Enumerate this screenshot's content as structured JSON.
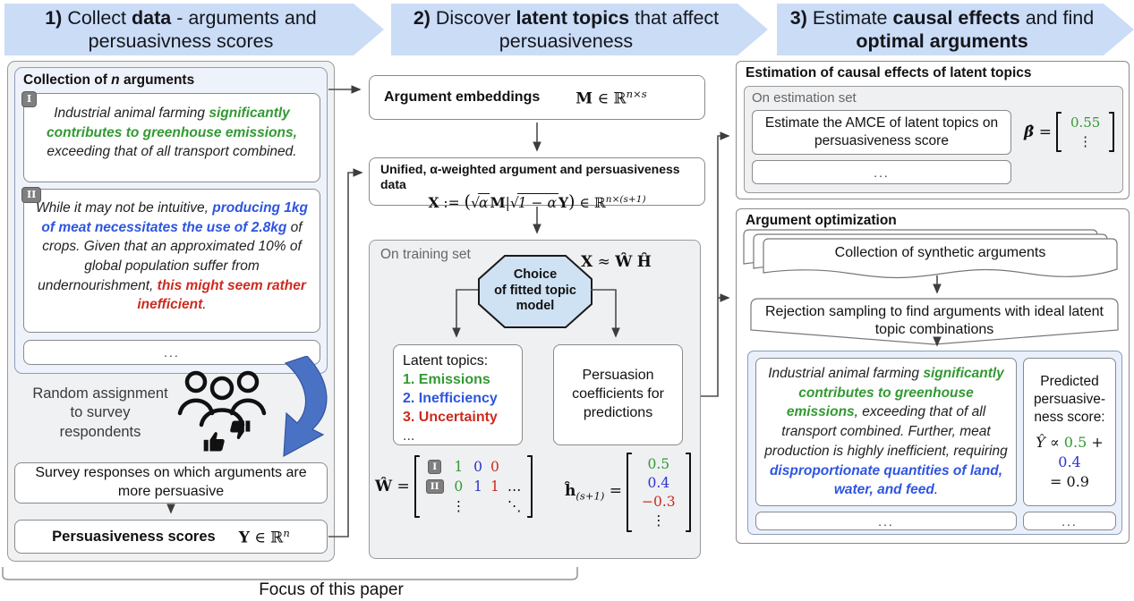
{
  "banners": {
    "b1": [
      {
        "t": "1) ",
        "c": "bold"
      },
      {
        "t": "Collect ",
        "c": "p"
      },
      {
        "t": "data",
        "c": "bold"
      },
      {
        "t": " - arguments and persuasivness scores",
        "c": "p"
      }
    ],
    "b2": [
      {
        "t": "2) ",
        "c": "bold"
      },
      {
        "t": "Discover ",
        "c": "p"
      },
      {
        "t": "latent topics",
        "c": "bold"
      },
      {
        "t": " that affect persuasiveness",
        "c": "p"
      }
    ],
    "b3": [
      {
        "t": "3) ",
        "c": "bold"
      },
      {
        "t": "Estimate ",
        "c": "p"
      },
      {
        "t": "causal effects",
        "c": "bold"
      },
      {
        "t": " and find ",
        "c": "p"
      },
      {
        "t": "optimal arguments",
        "c": "bold"
      }
    ]
  },
  "col1": {
    "collection_title": [
      {
        "t": "Collection of ",
        "c": "p"
      },
      {
        "t": "n",
        "c": "i"
      },
      {
        "t": " arguments",
        "c": "p"
      }
    ],
    "arg1_badge": "I",
    "arg1": [
      {
        "t": "Industrial animal farming ",
        "c": "p"
      },
      {
        "t": "significantly contributes to greenhouse emissions,",
        "c": "g"
      },
      {
        "t": " exceeding that of all transport combined.",
        "c": "p"
      }
    ],
    "arg2_badge": "II",
    "arg2": [
      {
        "t": "While it may not be intuitive, ",
        "c": "p"
      },
      {
        "t": "producing 1kg of meat necessitates the use of 2.8kg",
        "c": "b"
      },
      {
        "t": " of crops. Given that an approximated 10% of global population suffer from undernourishment, ",
        "c": "p"
      },
      {
        "t": "this might seem rather inefficient",
        "c": "r"
      },
      {
        "t": ".",
        "c": "p"
      }
    ],
    "dots": "...",
    "random_assignment": "Random assignment to survey respondents",
    "survey_box": "Survey responses on which arguments are more persuasive",
    "scores_label": "Persuasiveness scores",
    "scores_formula": [
      {
        "t": "Y",
        "c": "bf"
      },
      {
        "t": " ∈ ℝ",
        "c": "p"
      },
      {
        "t": "n",
        "c": "supi"
      }
    ]
  },
  "col2": {
    "embeddings_label": "Argument embeddings",
    "embeddings_formula": [
      {
        "t": "M",
        "c": "bf"
      },
      {
        "t": " ∈ ℝ",
        "c": "p"
      },
      {
        "t": "n×s",
        "c": "supi"
      }
    ],
    "unified_label": "Unified, α-weighted argument and persuasiveness data",
    "unified_formula": [
      {
        "t": "X",
        "c": "bf"
      },
      {
        "t": " := ",
        "c": "p"
      },
      {
        "t": "(",
        "c": "big"
      },
      {
        "t": "√",
        "c": "p"
      },
      {
        "t": "α",
        "c": "rad"
      },
      {
        "t": "M",
        "c": "bf"
      },
      {
        "t": "|",
        "c": "p"
      },
      {
        "t": "√",
        "c": "p"
      },
      {
        "t": "1 − α",
        "c": "rad"
      },
      {
        "t": "Y",
        "c": "bf"
      },
      {
        "t": ")",
        "c": "big"
      },
      {
        "t": " ∈ ℝ",
        "c": "p"
      },
      {
        "t": "n×(s+1)",
        "c": "supi"
      }
    ],
    "training_label": "On training set",
    "approx_formula": [
      {
        "t": "X",
        "c": "bf"
      },
      {
        "t": " ≈ ",
        "c": "p"
      },
      {
        "t": "Ŵ",
        "c": "bf"
      },
      {
        "t": " ",
        "c": "p"
      },
      {
        "t": "Ĥ",
        "c": "bf"
      }
    ],
    "octagon": [
      "Choice",
      "of fitted topic",
      "model"
    ],
    "latent": {
      "title": "Latent topics:",
      "items": [
        "1. Emissions",
        "2. Inefficiency",
        "3. Uncertainty",
        "..."
      ]
    },
    "persuasion_box": "Persuasion coefficients for predictions",
    "W_label": [
      {
        "t": "Ŵ",
        "c": "bf"
      },
      {
        "t": " = ",
        "c": "p"
      }
    ],
    "W_cells": [
      {
        "t": "I",
        "c": "badge"
      },
      {
        "t": "1",
        "c": "mg"
      },
      {
        "t": "0",
        "c": "mb"
      },
      {
        "t": "0",
        "c": "mr"
      },
      {
        "t": "",
        "c": "p"
      },
      {
        "t": "II",
        "c": "badge"
      },
      {
        "t": "0",
        "c": "mg"
      },
      {
        "t": "1",
        "c": "mb"
      },
      {
        "t": "1",
        "c": "mr"
      },
      {
        "t": "…",
        "c": "p"
      },
      {
        "t": "",
        "c": "p"
      },
      {
        "t": "⋮",
        "c": "p"
      },
      {
        "t": "",
        "c": "p"
      },
      {
        "t": "",
        "c": "p"
      },
      {
        "t": "⋱",
        "c": "p"
      }
    ],
    "h_label": [
      {
        "t": "ĥ",
        "c": "bf"
      },
      {
        "t": "(s+1)",
        "c": "subi"
      },
      {
        "t": " = ",
        "c": "p"
      }
    ],
    "h_cells": [
      {
        "t": "0.5",
        "c": "mg"
      },
      {
        "t": "0.4",
        "c": "mb"
      },
      {
        "t": "−0.3",
        "c": "mr"
      },
      {
        "t": "⋮",
        "c": "p"
      }
    ]
  },
  "col3": {
    "estimation_header": "Estimation of causal effects of latent topics",
    "estimation_set_label": "On estimation set",
    "amce_box": "Estimate the AMCE of latent topics on persuasiveness score",
    "amce_dots": "...",
    "beta_label": [
      {
        "t": "β̂",
        "c": "bfi"
      },
      {
        "t": " = ",
        "c": "p"
      }
    ],
    "beta_cells": [
      {
        "t": "0.55",
        "c": "mg"
      },
      {
        "t": "⋮",
        "c": "p"
      }
    ],
    "optimization_header": "Argument optimization",
    "synthetic_box": "Collection of synthetic arguments",
    "rejection_box": "Rejection sampling to find arguments with ideal latent topic combinations",
    "final_arg": [
      {
        "t": "Industrial animal farming ",
        "c": "p"
      },
      {
        "t": "significantly contributes to greenhouse emissions",
        "c": "g"
      },
      {
        "t": ", exceeding that of all transport combined. Further, meat production is highly inefficient, requiring ",
        "c": "p"
      },
      {
        "t": "disproportionate quantities of land, water, and feed",
        "c": "b"
      },
      {
        "t": ".",
        "c": "p"
      }
    ],
    "predicted_label": [
      "Predicted",
      "persuasive-",
      "ness score:"
    ],
    "predicted_formula_1": [
      {
        "t": "Ŷ",
        "c": "if"
      },
      {
        "t": " ∝ ",
        "c": "p"
      },
      {
        "t": "0.5",
        "c": "mg"
      },
      {
        "t": " + ",
        "c": "p"
      },
      {
        "t": "0.4",
        "c": "mb"
      }
    ],
    "predicted_formula_2": [
      {
        "t": "= 0.9",
        "c": "p"
      }
    ],
    "dots_left": "...",
    "dots_right": "..."
  },
  "footer": {
    "focus": "Focus of this paper"
  },
  "colors": {
    "banner_fill": "#cbdcf7",
    "green": "#339933",
    "blue": "#2e55e0",
    "red": "#cc2b1f",
    "big_arrow_blue": "#4a72c4",
    "octagon_fill": "#cfe2f3"
  }
}
